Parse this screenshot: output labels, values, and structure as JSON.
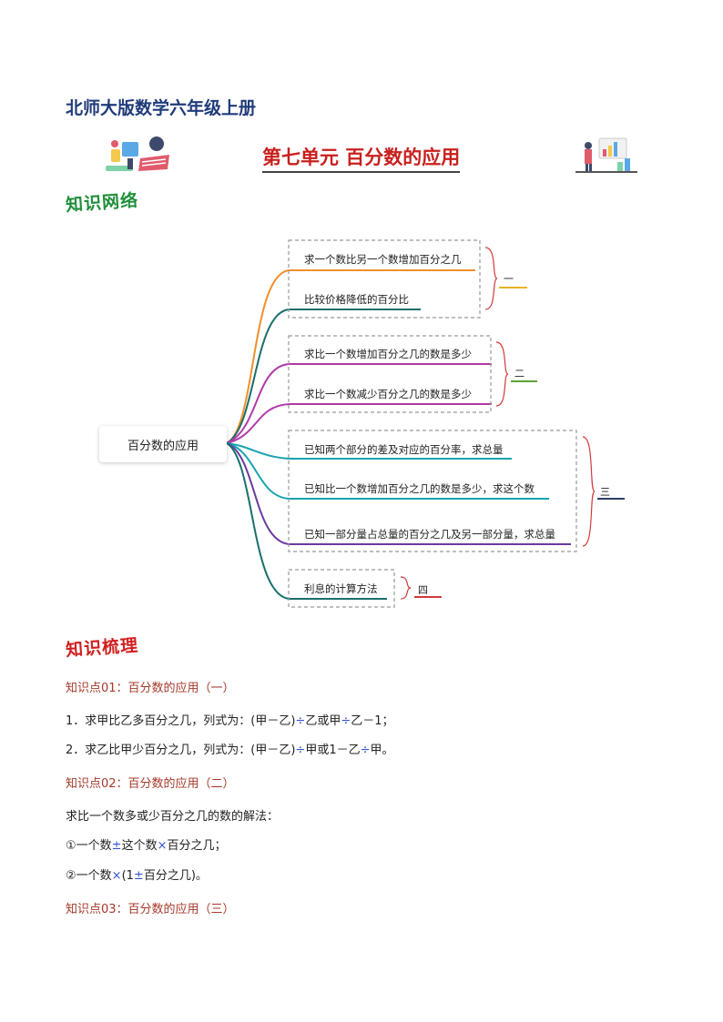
{
  "header": {
    "book_title": "北师大版数学六年级上册",
    "unit_title": "第七单元  百分数的应用"
  },
  "network": {
    "heading": "知识网络",
    "root": "百分数的应用",
    "groups": [
      {
        "label": "一",
        "items": [
          "求一个数比另一个数增加百分之几",
          "比较价格降低的百分比"
        ]
      },
      {
        "label": "二",
        "items": [
          "求比一个数增加百分之几的数是多少",
          "求比一个数减少百分之几的数是多少"
        ]
      },
      {
        "label": "三",
        "items": [
          "已知两个部分的差及对应的百分率，求总量",
          "已知比一个数增加百分之几的数是多少，求这个数",
          "已知一部分量占总量的百分之几及另一部分量，求总量"
        ]
      },
      {
        "label": "四",
        "items": [
          "利息的计算方法"
        ]
      }
    ]
  },
  "review": {
    "heading": "知识梳理",
    "kp1": {
      "title": "知识点01：百分数的应用（一）",
      "line1": {
        "a": "1．求甲比乙多百分之几，列式为：(甲－乙)",
        "op1": "÷",
        "b": "乙或甲",
        "op2": "÷",
        "c": "乙－1；"
      },
      "line2": {
        "a": "2．求乙比甲少百分之几，列式为：(甲－乙)",
        "op1": "÷",
        "b": "甲或1－乙",
        "op2": "÷",
        "c": "甲。"
      }
    },
    "kp2": {
      "title": "知识点02：百分数的应用（二）",
      "intro": "求比一个数多或少百分之几的数的解法：",
      "m1": {
        "a": "①一个数",
        "op1": "±",
        "b": "这个数",
        "op2": "×",
        "c": "百分之几；"
      },
      "m2": {
        "a": "②一个数",
        "op1": "×",
        "b": "(1",
        "op2": "±",
        "c": "百分之几)。"
      }
    },
    "kp3": {
      "title": "知识点03：百分数的应用（三）"
    }
  },
  "colors": {
    "orange": "#f0902a",
    "dark_teal": "#1a6f6a",
    "magenta": "#b03aa8",
    "teal": "#1aa3b0",
    "purple": "#6a3aa0",
    "red_label": "#d23a3a",
    "dark_label": "#2a3e6a",
    "label_one": "#e8b322",
    "label_two": "#5aa33a"
  },
  "icons": [
    "presentation-illustration-icon",
    "chart-person-illustration-icon"
  ]
}
